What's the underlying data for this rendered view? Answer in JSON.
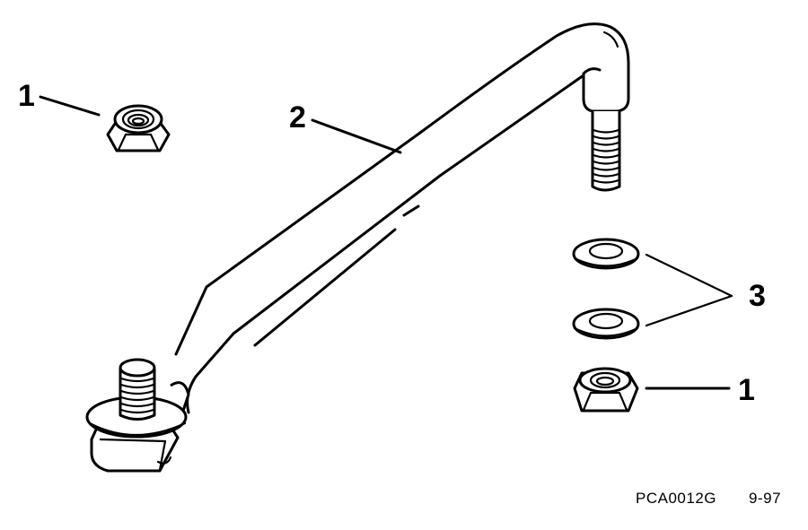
{
  "diagram": {
    "type": "exploded parts illustration",
    "parts": [
      {
        "callout": "1",
        "name": "Locknut",
        "count": 2
      },
      {
        "callout": "2",
        "name": "Steering link rod",
        "count": 1
      },
      {
        "callout": "3",
        "name": "Flat washer",
        "count": 2
      }
    ],
    "callouts": {
      "nut_top_left": "1",
      "rod": "2",
      "washers": "3",
      "nut_right": "1"
    },
    "figure_code": "PCA0012G",
    "figure_date": "9-97",
    "colors": {
      "line": "#000000",
      "background": "#ffffff"
    }
  }
}
